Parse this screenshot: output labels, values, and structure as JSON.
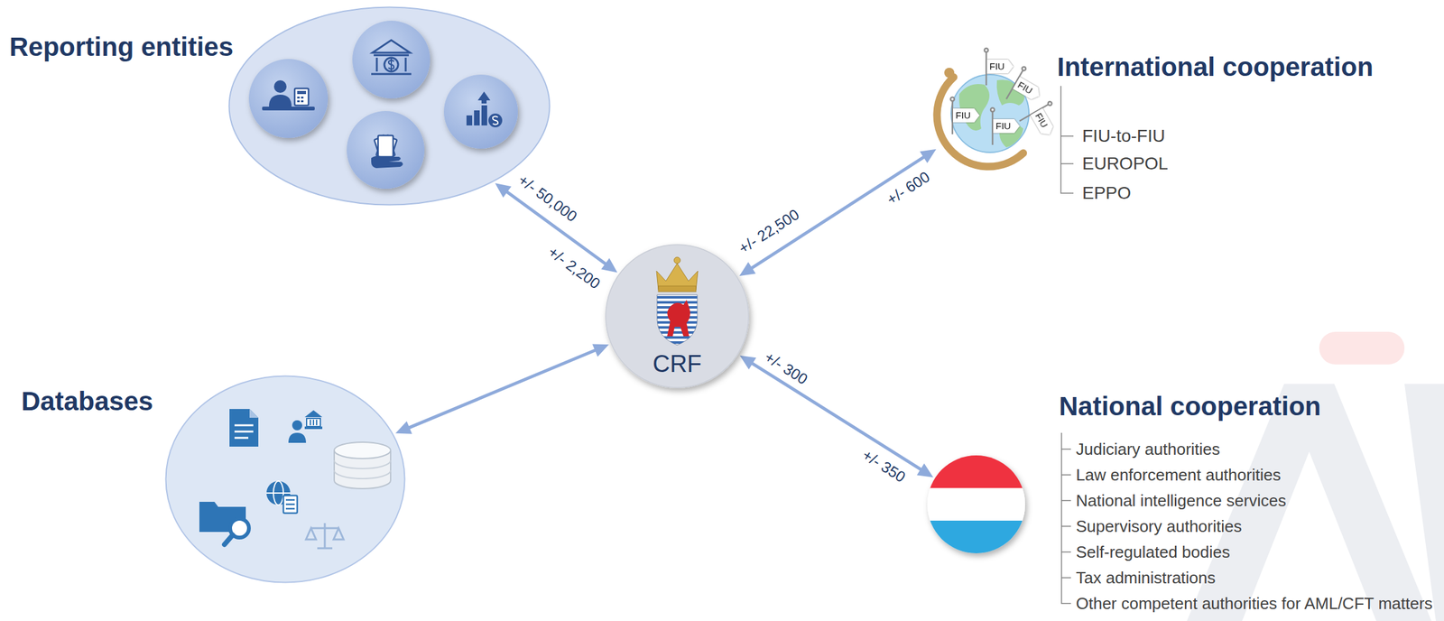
{
  "diagram": {
    "nodes": [
      {
        "text": [
          "Reporting entities"
        ]
      },
      {
        "text": [
          "International cooperation",
          "FIU-to-FIU",
          "EUROPOL",
          "EPPO"
        ]
      },
      {
        "text": [
          "CRF"
        ]
      },
      {
        "text": [
          "Databases"
        ]
      },
      {
        "text": [
          "National cooperation",
          "Judiciary authorities",
          "Law enforcement authorities",
          "National intelligence services",
          "Supervisory authorities",
          "Self-regulated bodies",
          "Tax administrations",
          "Other competent authorities for AML/CFT matters"
        ]
      }
    ],
    "edges": [
      {
        "from": 0,
        "to": 2,
        "label": "+/- 50,000",
        "arrow": "both"
      },
      {
        "from": 2,
        "to": 1,
        "label": "+/- 22,500",
        "arrow": "both"
      },
      {
        "from": 3,
        "to": 2,
        "arrow": "both"
      },
      {
        "from": 2,
        "to": 4,
        "label": "+/- 300",
        "arrow": "both"
      }
    ],
    "labels": [
      "+/- 2,200",
      "+/- 600",
      "+/- 350",
      "FIU",
      "FIU",
      "FIU",
      "FIU",
      "FIU"
    ]
  }
}
